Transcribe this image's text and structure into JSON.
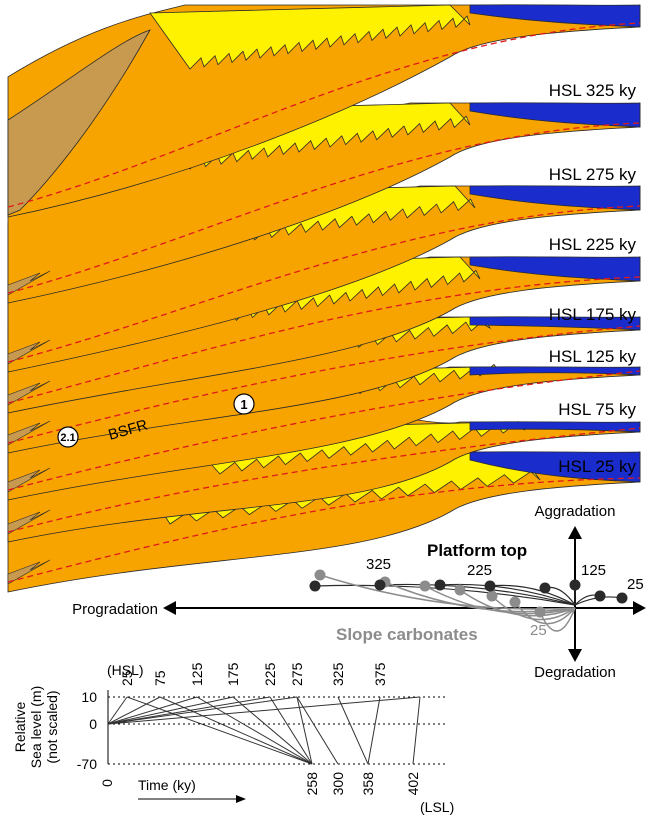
{
  "stage_labels": [
    "HSL 325 ky",
    "HSL 275 ky",
    "HSL 225 ky",
    "HSL 175 ky",
    "HSL 125 ky",
    "HSL 75 ky",
    "HSL 25 ky"
  ],
  "annotations": {
    "bsfr": "BSFR",
    "marker_1": "1",
    "marker_2": "2.1"
  },
  "trajectory": {
    "aggradation": "Aggradation",
    "degradation": "Degradation",
    "progradation": "Progradation",
    "platform_top": "Platform top",
    "slope_carbonates": "Slope carbonates",
    "platform_labels": [
      "325",
      "225",
      "125",
      "25"
    ],
    "slope_label": "25"
  },
  "sea_level_chart": {
    "ylabel_1": "Relative",
    "ylabel_2": "Sea level (m)",
    "ylabel_3": "(not scaled)",
    "yticks": [
      "10",
      "0",
      "-70"
    ],
    "origin": "0",
    "hsl_label": "(HSL)",
    "hsl_ticks": [
      "25",
      "75",
      "125",
      "175",
      "225",
      "275",
      "325",
      "375"
    ],
    "lsl_ticks": [
      "258",
      "300",
      "358",
      "402"
    ],
    "lsl_label": "(LSL)",
    "xlabel": "Time (ky)"
  },
  "colors": {
    "orange": "#f7a300",
    "yellow": "#fff200",
    "blue": "#1a2ccc",
    "brown": "#c89a50",
    "red": "#e0191b",
    "grey": "#8c8c8c",
    "dark": "#2a2a2a"
  }
}
